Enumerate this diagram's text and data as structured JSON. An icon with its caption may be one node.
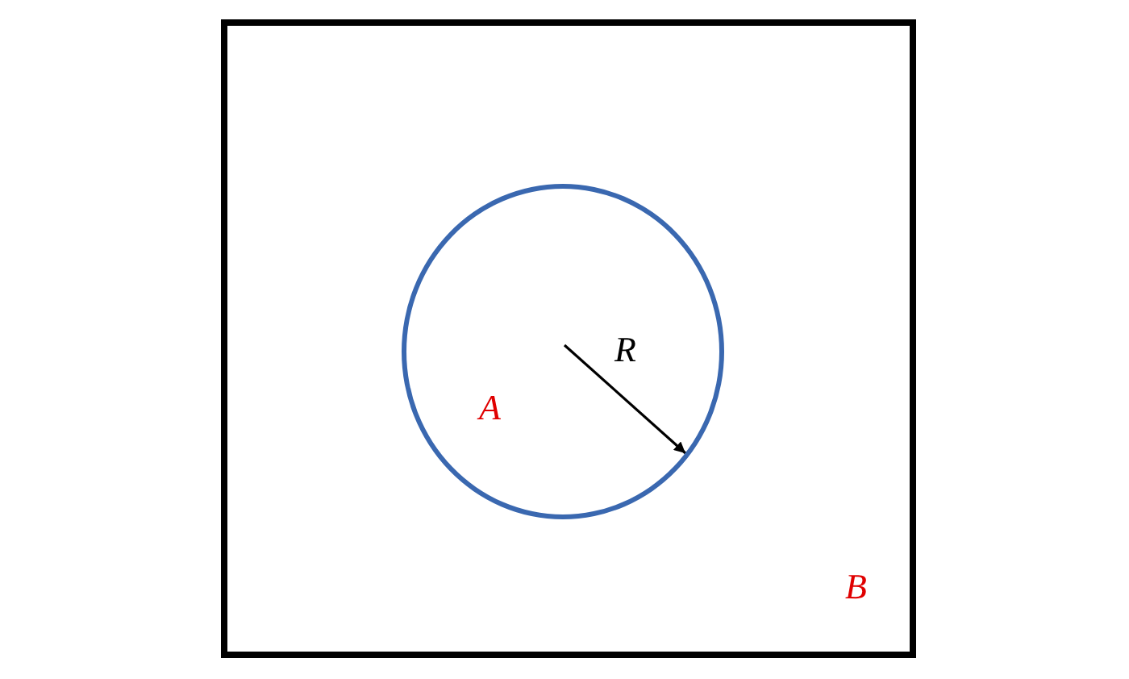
{
  "diagram": {
    "nodes": [
      {
        "text": [
          "B"
        ]
      },
      {
        "text": [
          "A"
        ],
        "in": 0
      }
    ],
    "labels": [
      "R"
    ]
  }
}
